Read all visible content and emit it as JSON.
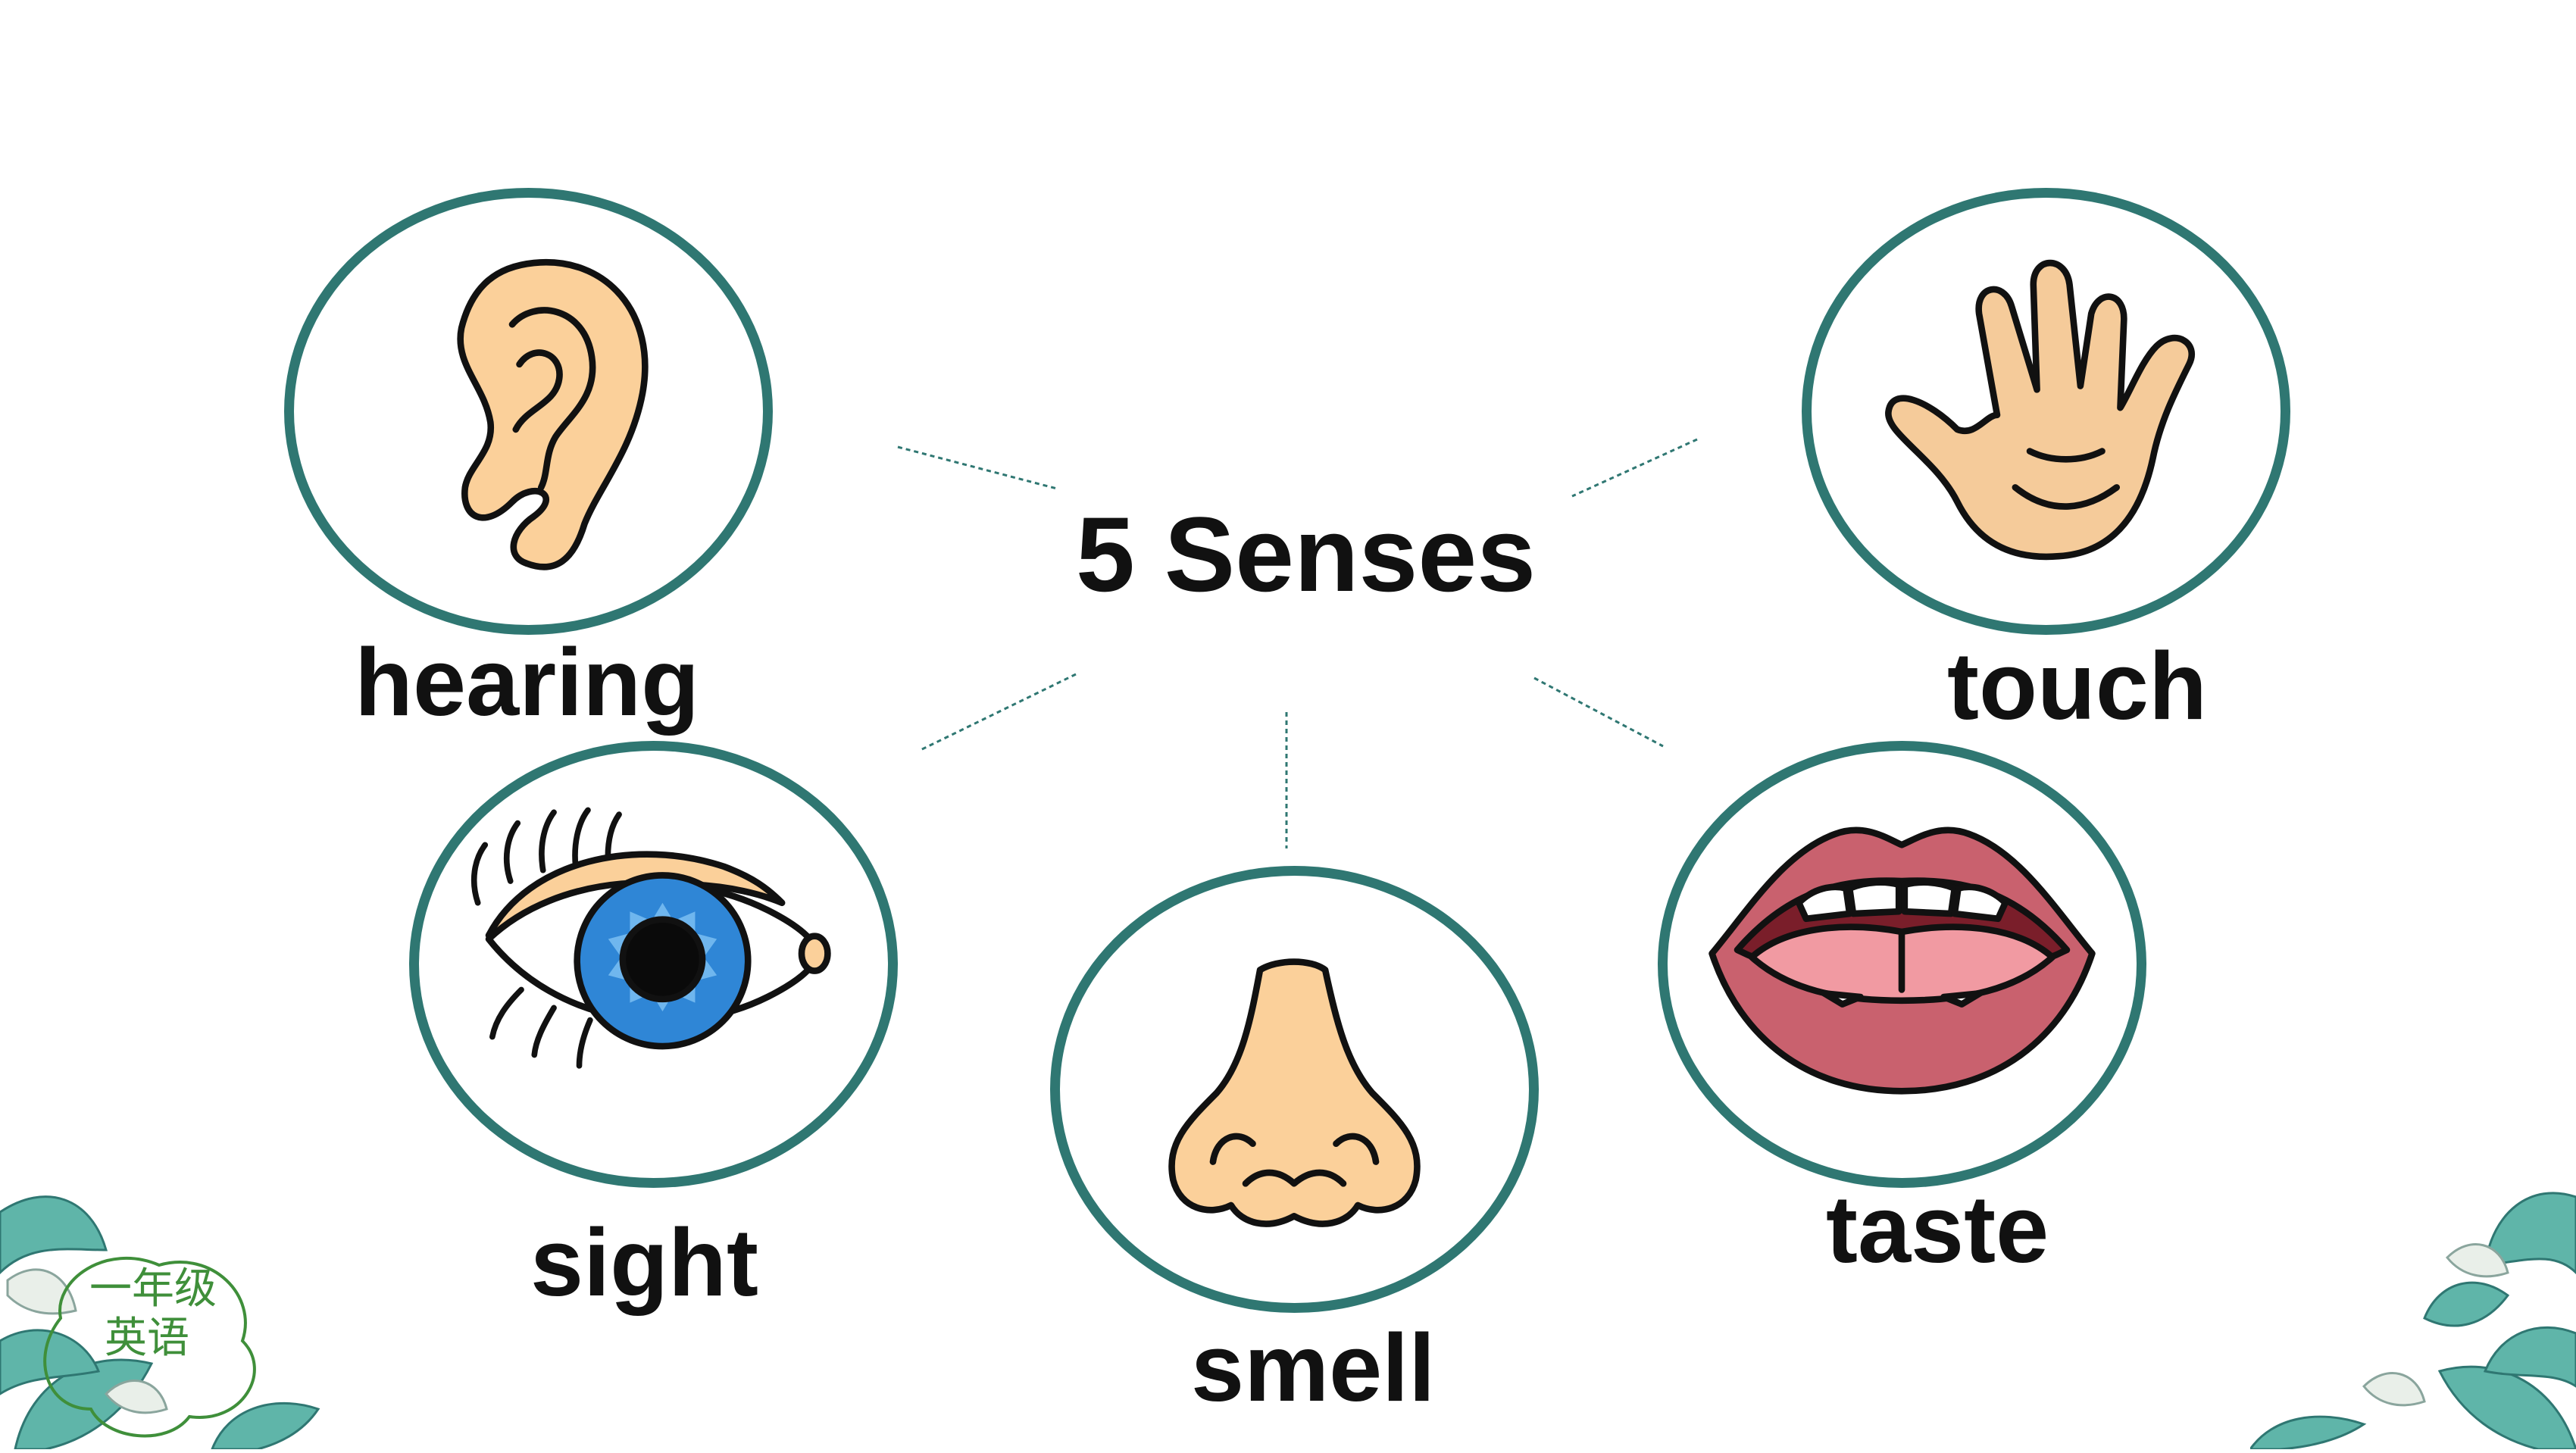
{
  "title": "5 Senses",
  "senses": [
    {
      "key": "hearing",
      "label": "hearing",
      "icon": "ear-icon"
    },
    {
      "key": "touch",
      "label": "touch",
      "icon": "hand-icon"
    },
    {
      "key": "sight",
      "label": "sight",
      "icon": "eye-icon"
    },
    {
      "key": "smell",
      "label": "smell",
      "icon": "nose-icon"
    },
    {
      "key": "taste",
      "label": "taste",
      "icon": "mouth-icon"
    }
  ],
  "badge": {
    "line1": "一年级",
    "line2": "英语"
  },
  "colors": {
    "circle_border": "#2f7772",
    "connector": "#2f7772",
    "skin": "#fbd09a",
    "iris": "#2f86d6",
    "lips": "#c9616e",
    "tongue": "#f19aa2",
    "foliage": "#5fb5a9",
    "badge_text": "#3f8f3a"
  }
}
